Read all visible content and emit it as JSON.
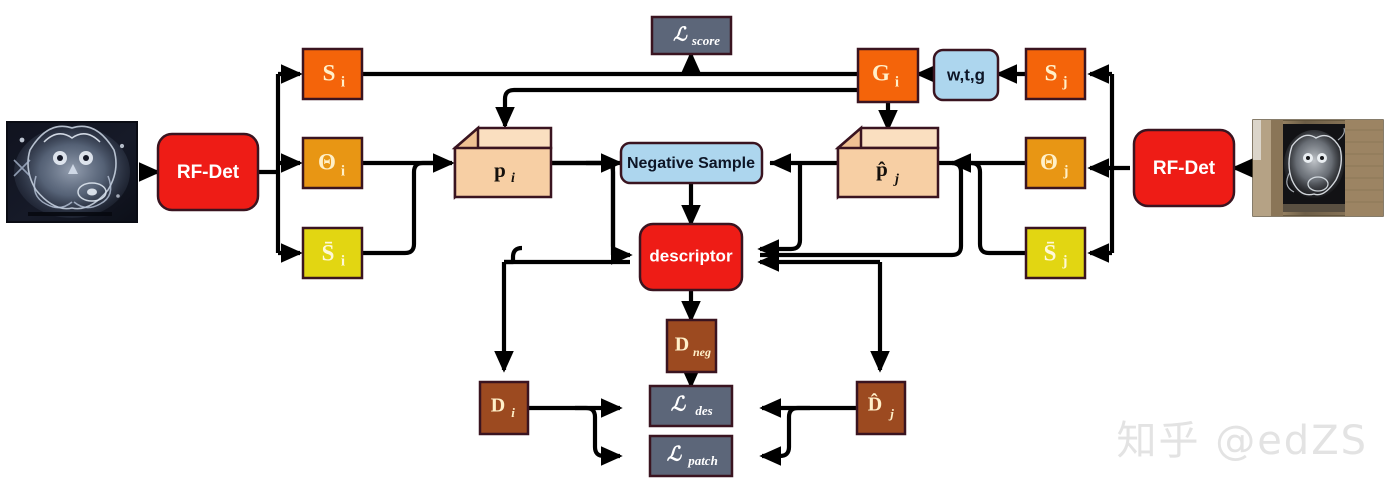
{
  "figure": {
    "title": "RF-Net training pipeline diagram",
    "watermark": "知乎 @edZS"
  },
  "colors": {
    "score_orange": "#F4640A",
    "theta_orange": "#E89614",
    "sbar_yellow": "#E2D612",
    "detector_red": "#EE1C16",
    "patch_peach": "#F7CFA4",
    "patch_peach_top": "#FADFC0",
    "patch_peach_side": "#EFC093",
    "negative_blue": "#ADD6EE",
    "loss_slate": "#5C6679",
    "descriptor_brown": "#9C4A20",
    "border_dark": "#3A1420",
    "wire_black": "#000000",
    "label_cream": "#FFF0C9",
    "label_white": "#FFFFFF"
  },
  "left_branch": {
    "input_image": "graffiti-owl-dark-image",
    "detector": "RF-Det",
    "score_map": "Sᵢ",
    "orientation": "Θᵢ",
    "score_map_bar": "S̄ᵢ",
    "patch": "pᵢ",
    "descriptor_out": "Dᵢ"
  },
  "right_branch": {
    "input_image": "graffiti-wall-photo-image",
    "detector": "RF-Det",
    "score_map": "Sⱼ",
    "orientation": "Θⱼ",
    "score_map_bar": "S̄ⱼ",
    "patch": "p̂ⱼ",
    "descriptor_out": "D̂ⱼ"
  },
  "middle": {
    "geometry": "Gᵢ",
    "transform_params": "w,t,g",
    "negative_sample": "Negative Sample",
    "descriptor": "descriptor",
    "negative_descriptor": "D_neg"
  },
  "losses": {
    "score": "L_score",
    "descriptor": "L_des",
    "patch": "L_patch"
  },
  "labels": {
    "score_i": {
      "base": "S",
      "sub": "i"
    },
    "theta_i": {
      "base": "Θ",
      "sub": "i"
    },
    "sbar_i": {
      "base": "S̄",
      "sub": "i"
    },
    "score_j": {
      "base": "S",
      "sub": "j"
    },
    "theta_j": {
      "base": "Θ",
      "sub": "j"
    },
    "sbar_j": {
      "base": "S̄",
      "sub": "j"
    },
    "geom_i": {
      "base": "G",
      "sub": "i"
    },
    "patch_i": {
      "base": "p",
      "sub": "i"
    },
    "patch_j": {
      "base": "p̂",
      "sub": "j"
    },
    "desc_i": {
      "base": "D",
      "sub": "i"
    },
    "desc_j": {
      "base": "D̂",
      "sub": "j"
    },
    "desc_neg": {
      "base": "D",
      "sub": "neg"
    },
    "loss_score": {
      "base": "ℒ",
      "sub": "score"
    },
    "loss_des": {
      "base": "ℒ",
      "sub": "des"
    },
    "loss_patch": {
      "base": "ℒ",
      "sub": "patch"
    },
    "rf_det": "RF-Det",
    "wtg": "w,t,g",
    "negative_sample": "Negative Sample",
    "descriptor": "descriptor"
  }
}
